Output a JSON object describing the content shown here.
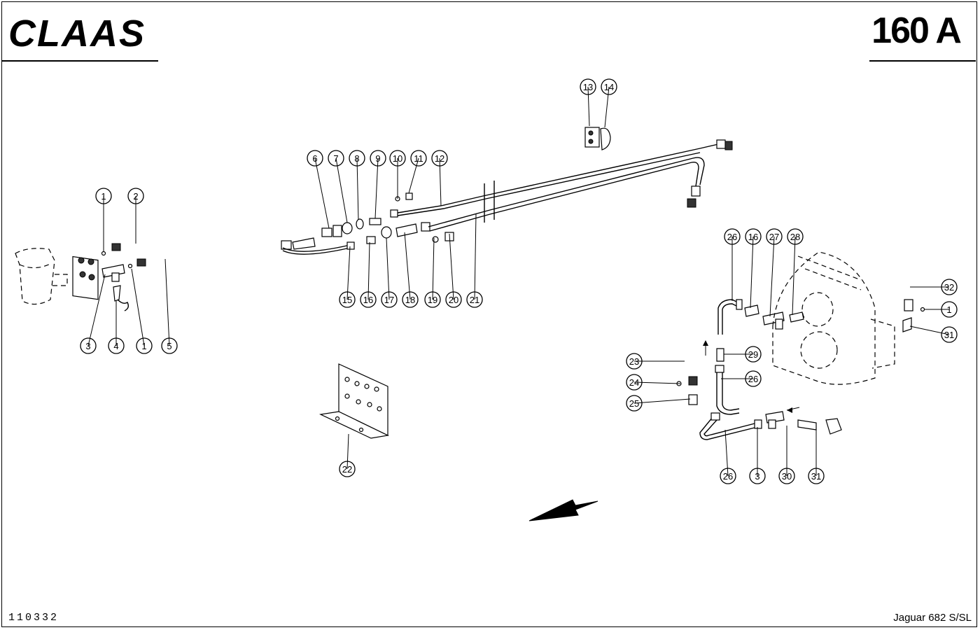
{
  "header": {
    "brand": "CLAAS",
    "page_number": "160 A"
  },
  "footer": {
    "drawing_number": "110332",
    "model": "Jaguar 682 S/SL"
  },
  "diagram": {
    "callouts": [
      "1",
      "2",
      "3",
      "4",
      "1",
      "5",
      "6",
      "7",
      "8",
      "9",
      "10",
      "11",
      "12",
      "13",
      "14",
      "15",
      "16",
      "17",
      "18",
      "19",
      "20",
      "21",
      "22",
      "23",
      "24",
      "25",
      "26",
      "16",
      "27",
      "28",
      "29",
      "26",
      "26",
      "3",
      "30",
      "31",
      "32",
      "1",
      "31"
    ],
    "flow_arrows": [
      "up-arrow",
      "left-arrow"
    ],
    "direction_arrow": "travel-direction-arrow"
  }
}
